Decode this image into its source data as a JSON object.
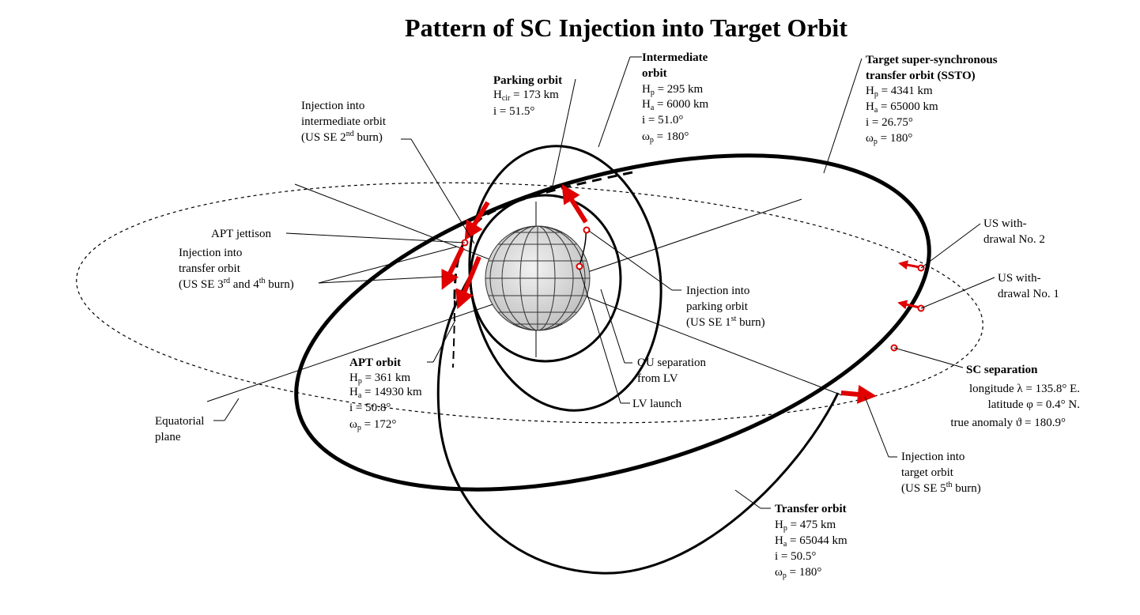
{
  "title": "Pattern of SC Injection into Target Orbit",
  "colors": {
    "burn_arrow": "#e00000",
    "marker": "#d00000",
    "globe": "#d8d8d8"
  },
  "parking_orbit": {
    "name": "Parking orbit",
    "h_main": "H",
    "h_sub": "cir",
    "h_val": " = 173 km",
    "i": "i = 51.5°"
  },
  "intermediate_orbit": {
    "name1": "Intermediate",
    "name2": "orbit",
    "hp_main": "H",
    "hp_sub": "p",
    "hp_val": " = 295 km",
    "ha_main": "H",
    "ha_sub": "a",
    "ha_val": " = 6000 km",
    "i": "i = 51.0°",
    "w_main": "ω",
    "w_sub": "p",
    "w_val": " = 180°"
  },
  "target_orbit": {
    "name1": "Target super-synchronous",
    "name2": "transfer orbit (SSTO)",
    "hp_main": "H",
    "hp_sub": "p",
    "hp_val": " = 4341 km",
    "ha_main": "H",
    "ha_sub": "a",
    "ha_val": " = 65000 km",
    "i": "i = 26.75°",
    "w_main": "ω",
    "w_sub": "p",
    "w_val": " = 180°"
  },
  "apt_orbit": {
    "name": "APT orbit",
    "hp_main": "H",
    "hp_sub": "p",
    "hp_val": " = 361 km",
    "ha_main": "H",
    "ha_sub": "a",
    "ha_val": " = 14930 km",
    "i": "i = 50.8°",
    "w_main": "ω",
    "w_sub": "p",
    "w_val": " = 172°"
  },
  "transfer_orbit": {
    "name": "Transfer orbit",
    "hp_main": "H",
    "hp_sub": "p",
    "hp_val": " = 475 km",
    "ha_main": "H",
    "ha_sub": "a",
    "ha_val": " = 65044 km",
    "i": "i = 50.5°",
    "w_main": "ω",
    "w_sub": "p",
    "w_val": " = 180°"
  },
  "inj_intermediate": {
    "l1": "Injection into",
    "l2": "intermediate orbit",
    "l3a": "(US SE 2",
    "sup": "nd",
    "l3b": " burn)"
  },
  "apt_jettison": "APT jettison",
  "inj_transfer": {
    "l1": "Injection into",
    "l2": "transfer orbit",
    "l3a": "(US SE 3",
    "sup1": "rd",
    "l3b": " and 4",
    "sup2": "th",
    "l3c": " burn)"
  },
  "inj_parking": {
    "l1": "Injection into",
    "l2": "parking orbit",
    "l3a": "(US SE 1",
    "sup": "st",
    "l3b": " burn)"
  },
  "ou_separation": {
    "l1": "OU separation",
    "l2": "from LV"
  },
  "lv_launch": "LV launch",
  "equatorial": {
    "l1": "Equatorial",
    "l2": "plane"
  },
  "us_withdrawal_2": {
    "l1": "US with-",
    "l2": "drawal No. 2"
  },
  "us_withdrawal_1": {
    "l1": "US with-",
    "l2": "drawal No. 1"
  },
  "sc_separation": {
    "name": "SC separation",
    "lon": "longitude  λ = 135.8° E.",
    "lat": "latitude  φ = 0.4° N.",
    "ta": "true anomaly  ϑ = 180.9°"
  },
  "inj_target": {
    "l1": "Injection into",
    "l2": "target orbit",
    "l3a": "(US SE 5",
    "sup": "th",
    "l3b": " burn)"
  }
}
